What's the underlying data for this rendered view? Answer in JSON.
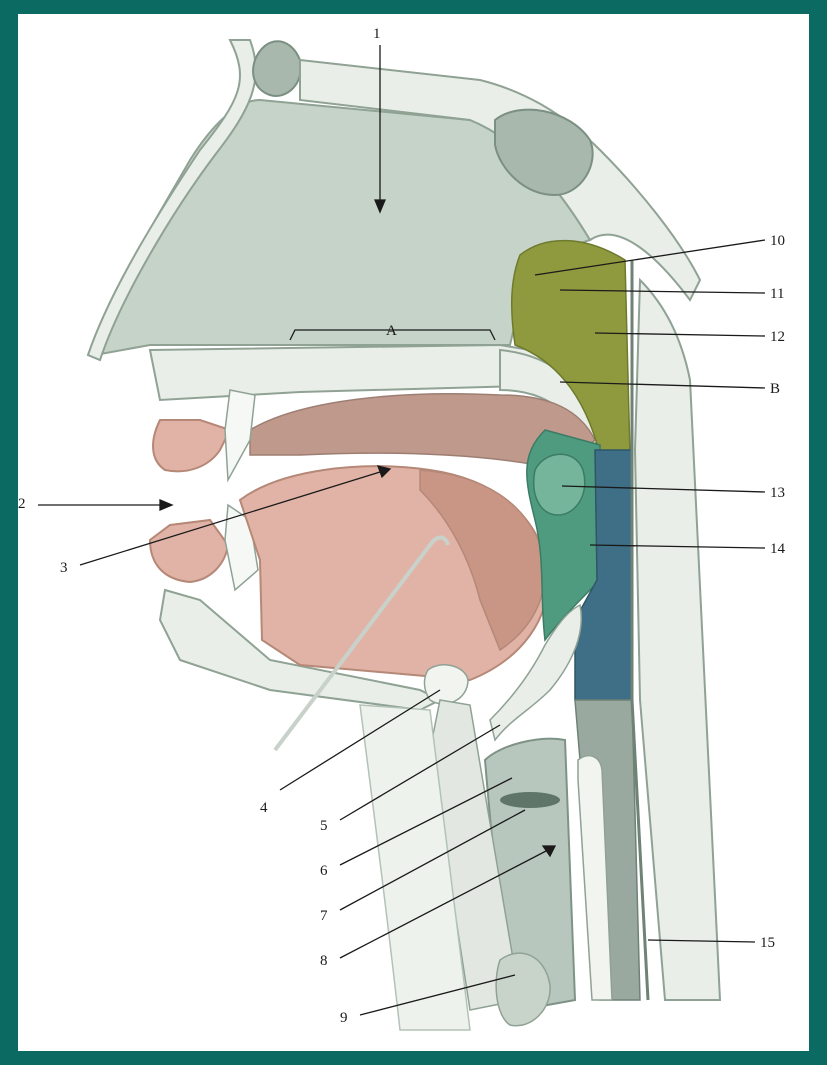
{
  "colors": {
    "frame": "#0b6a62",
    "background": "#ffffff",
    "nasal_cavity": "#c6d3c8",
    "bone": "#e9eee8",
    "tongue": "#e1b3a6",
    "palate": "#bf9a8c",
    "nasopharynx": "#8f9a3e",
    "oropharynx": "#4f9b80",
    "laryngopharynx": "#3f6f86",
    "airway": "#b8c7bd",
    "leader": "#1a1a1a"
  },
  "labels": [
    {
      "id": "1",
      "text": "1"
    },
    {
      "id": "2",
      "text": "2"
    },
    {
      "id": "3",
      "text": "3"
    },
    {
      "id": "4",
      "text": "4"
    },
    {
      "id": "5",
      "text": "5"
    },
    {
      "id": "6",
      "text": "6"
    },
    {
      "id": "7",
      "text": "7"
    },
    {
      "id": "8",
      "text": "8"
    },
    {
      "id": "9",
      "text": "9"
    },
    {
      "id": "10",
      "text": "10"
    },
    {
      "id": "11",
      "text": "11"
    },
    {
      "id": "12",
      "text": "12"
    },
    {
      "id": "13",
      "text": "13"
    },
    {
      "id": "14",
      "text": "14"
    },
    {
      "id": "15",
      "text": "15"
    },
    {
      "id": "A",
      "text": "A"
    },
    {
      "id": "B",
      "text": "B"
    }
  ]
}
